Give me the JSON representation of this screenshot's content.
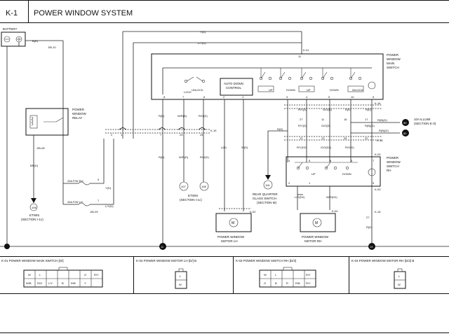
{
  "header": {
    "code": "K-1",
    "title": "POWER WINDOW SYSTEM"
  },
  "components": {
    "battery": "BATTERY",
    "relay": "POWER\nWINDOW\nRELAY",
    "main_switch": "POWER\nWINDOW\nMAIN\nSWITCH",
    "auto_down": "AUTO DOWN\nCONTROL",
    "switch_rh": "POWER\nWINDOW\nSWITCH\nRH",
    "motor_lh": "POWER WINDOW\nMOTOR LH",
    "motor_rh": "POWER WINDOW\nMOTOR RH",
    "rear_quarter": "REAR QUARTER\nGLASS SWITCH\n(SECTION M)",
    "illumi": "10A ILLUMI\n(SECTION E-3)",
    "etwis_left": "ETWIS\n(SECTION I-1c)",
    "etwis_mid": "ETWIS\n(SECTION I-1c)"
  },
  "switch_labels": {
    "lock": "LOCK",
    "unlock": "UNLOCK",
    "up": "UP",
    "down": "DOWN",
    "wlock": "W/LOCK",
    "motor": "M"
  },
  "fuses": {
    "f1": "25A P/W RH",
    "f2": "25A P/W LH",
    "jb1": "J/B-09",
    "jb2": "J/B-09",
    "jb10": "J/B-10"
  },
  "connectors": {
    "k01": "K-01",
    "k01b": "K-01",
    "k03": "K-03",
    "k03b": "K-03",
    "k04": "K-04",
    "k02": "K-02",
    "k16": "K-16",
    "k15": "K-15",
    "k05": "K-05",
    "k16b": "K-16",
    "jb08": "J/B-08"
  },
  "wires": {
    "br": "B(E)",
    "yd": "Y(D)",
    "lyd": "L/Y(D)",
    "br2": "BR(D)",
    "yd2": "Y(D)",
    "lyd2": "L/Y(D)",
    "rd": "R(D)",
    "rd2": "R(D)",
    "wrd": "W/R(D)",
    "wrd2": "W/R(D)",
    "rgd": "R/G(D)",
    "rgd2": "R/G(D)",
    "ld": "L(D)",
    "wd": "W(D)",
    "ryd": "R/Y(D)",
    "gyd": "G/O(D)",
    "ryd2": "R/Y(D)",
    "gyd2": "G/O(D)",
    "rbd": "R(B)(D)",
    "rb": "R(B)(D)",
    "rd3": "R(D)",
    "rd4": "R(D)",
    "rd5": "R(D)",
    "ryd3": "R/Y(D2)",
    "gyd3": "G/O(D2)",
    "rod": "R/O(D)",
    "ryd4": "R/Y(D2)",
    "gyd4": "G/O(D2)",
    "rod2": "R/O(D2)",
    "ld2": "L/O(D2)",
    "wr2": "W/R(D2)",
    "ld3": "L/O(D2)",
    "wr3": "W/R(D2)",
    "rd6": "R(D)"
  },
  "grounds": {
    "g1": "G",
    "g2": "11",
    "g3": "13"
  },
  "refs": {
    "r106": "106",
    "r107": "107",
    "r108": "108",
    "r116": "116",
    "r90": "90",
    "r82": "82"
  },
  "pins": {
    "p_main_top": "11",
    "p8": "8",
    "p7": "7",
    "p2": "2",
    "p3": "3",
    "p4": "4",
    "p5": "5",
    "p10": "10",
    "p9": "9",
    "p6": "6",
    "p1": "1",
    "p12": "12",
    "p13": "13",
    "p27": "27",
    "p11b": "11",
    "p16": "16",
    "p17": "17",
    "p26": "26",
    "p23": "23",
    "p22": "22",
    "p24": "24",
    "p25": "25",
    "p3b": "3",
    "p4b": "4",
    "p5b": "5",
    "p8b": "8",
    "p14": "14",
    "p7b": "7",
    "p9b": "9",
    "p2b": "2",
    "p1b": "1",
    "p7c": "7",
    "p1c": "1",
    "p2c": "2",
    "p27b": "27",
    "p13b": "13",
    "p2d": "2",
    "p1d": "1",
    "p2e": "2",
    "p1e": "1",
    "p9c": "9",
    "p7d": "7"
  },
  "bottom": {
    "panels": [
      {
        "title": "K-01 POWER WINDOW MAIN SWITCH [D/]",
        "row1": [
          "W",
          "L",
          "",
          "",
          "G",
          "R/Y"
        ],
        "row2": [
          "W/B",
          "R/G",
          "L/Y",
          "B",
          "R/B",
          "Y"
        ]
      },
      {
        "title": "K-02 POWER WINDOW MOTOR LH [D/] B",
        "cells": [
          "L",
          "W"
        ]
      },
      {
        "title": "K-03 POWER WINDOW SWITCH RH [D/2]",
        "row1": [
          "W",
          "L",
          "",
          "",
          "R/Y",
          ""
        ],
        "row2": [
          "G",
          "B",
          "R",
          "R/B",
          "R/Y"
        ]
      },
      {
        "title": "K-04 POWER WINDOW MOTOR RH [D/2] B",
        "cells": [
          "L",
          "W"
        ]
      }
    ]
  }
}
